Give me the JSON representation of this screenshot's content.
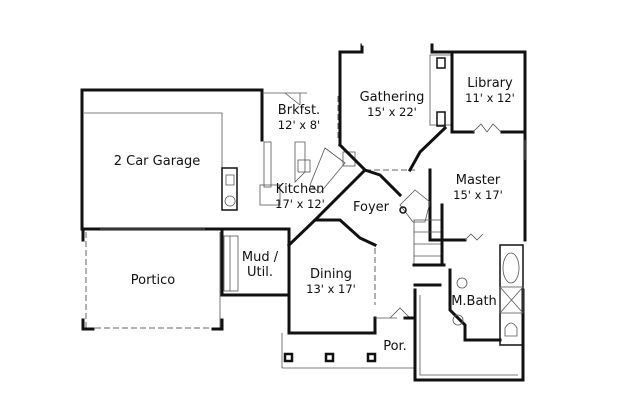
{
  "floor_plan": {
    "rooms": [
      {
        "id": "gathering",
        "name": "Gathering",
        "dims": "15' x 22'"
      },
      {
        "id": "library",
        "name": "Library",
        "dims": "11' x 12'"
      },
      {
        "id": "brkfst",
        "name": "Brkfst.",
        "dims": "12' x 8'"
      },
      {
        "id": "garage",
        "name": "2 Car Garage",
        "dims": ""
      },
      {
        "id": "kitchen",
        "name": "Kitchen",
        "dims": "17' x 12'"
      },
      {
        "id": "master",
        "name": "Master",
        "dims": "15' x 17'"
      },
      {
        "id": "foyer",
        "name": "Foyer",
        "dims": ""
      },
      {
        "id": "mud",
        "name": "Mud /",
        "dims": "Util."
      },
      {
        "id": "portico",
        "name": "Portico",
        "dims": ""
      },
      {
        "id": "dining",
        "name": "Dining",
        "dims": "13' x 17'"
      },
      {
        "id": "mbath",
        "name": "M.Bath",
        "dims": ""
      },
      {
        "id": "porch",
        "name": "Por.",
        "dims": ""
      }
    ],
    "colors": {
      "wall": "#111111",
      "background": "#ffffff",
      "fixture": "#555555"
    }
  }
}
